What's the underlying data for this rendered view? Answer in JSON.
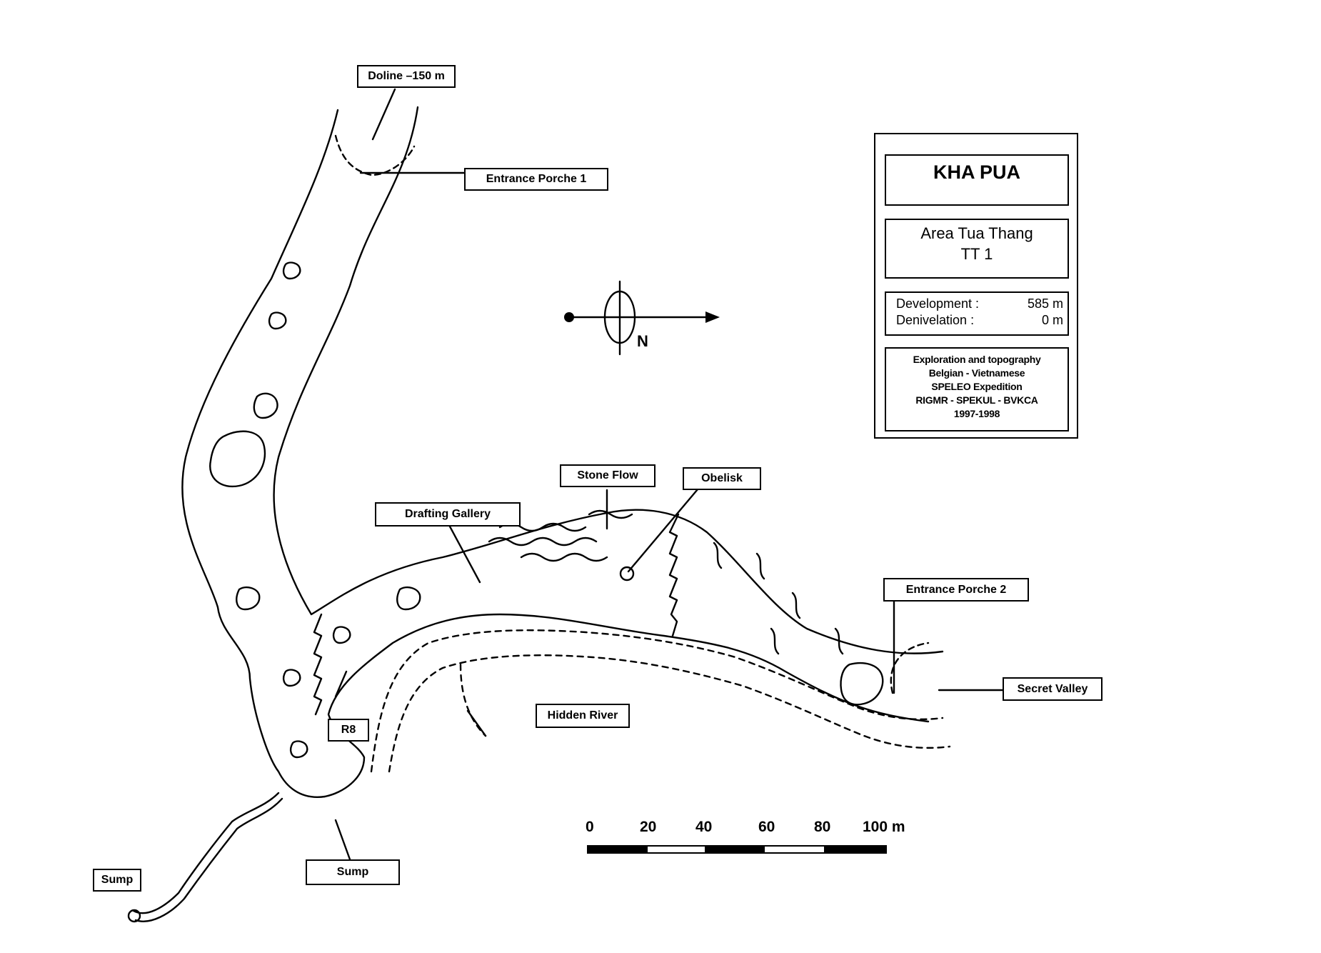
{
  "title_panel": {
    "cave_name": "KHA PUA",
    "area_line1": "Area Tua Thang",
    "area_line2": "TT 1",
    "development_label": "Development :",
    "development_value": "585 m",
    "denivelation_label": "Denivelation :",
    "denivelation_value": "0 m",
    "credits": [
      "Exploration and topography",
      "Belgian - Vietnamese",
      "SPELEO Expedition",
      "RIGMR - SPEKUL - BVKCA",
      "1997-1998"
    ]
  },
  "north_arrow": {
    "label": "N"
  },
  "labels": {
    "doline": "Doline –150 m",
    "entrance1": "Entrance Porche 1",
    "stone_flow": "Stone Flow",
    "obelisk": "Obelisk",
    "drafting": "Drafting Gallery",
    "entrance2": "Entrance Porche 2",
    "secret_valley": "Secret Valley",
    "hidden_river": "Hidden River",
    "r8": "R8",
    "sump_left": "Sump",
    "sump_bottom": "Sump"
  },
  "scale_bar": {
    "ticks": [
      "0",
      "20",
      "40",
      "60",
      "80",
      "100 m"
    ]
  },
  "colors": {
    "ink": "#000000",
    "paper": "#ffffff"
  }
}
